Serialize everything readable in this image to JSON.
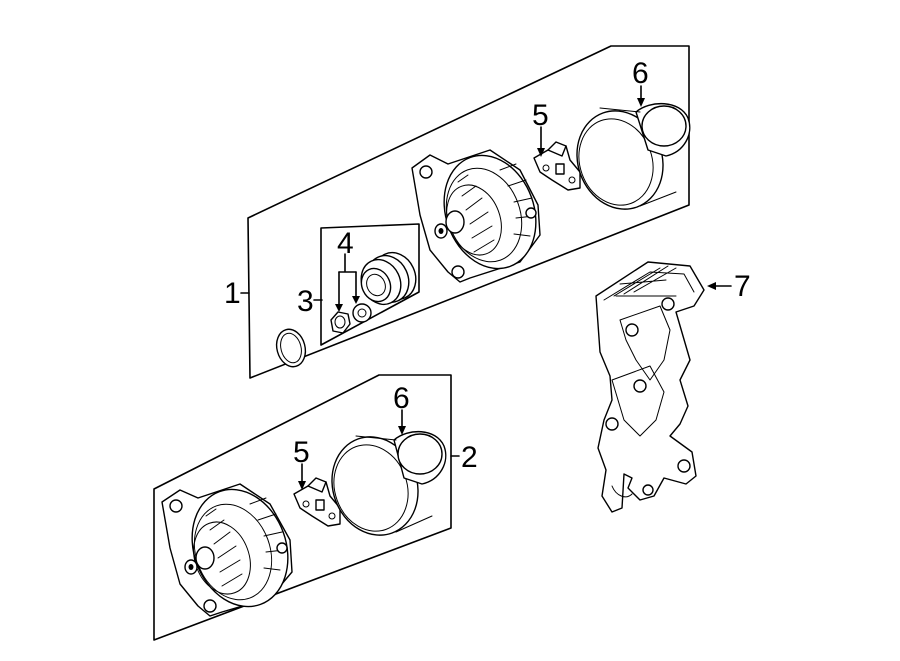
{
  "callouts": {
    "c1": "1",
    "c2": "2",
    "c3": "3",
    "c4": "4",
    "c5a": "5",
    "c5b": "5",
    "c6a": "6",
    "c6b": "6",
    "c7": "7"
  },
  "colors": {
    "line": "#000000",
    "background": "#ffffff"
  }
}
